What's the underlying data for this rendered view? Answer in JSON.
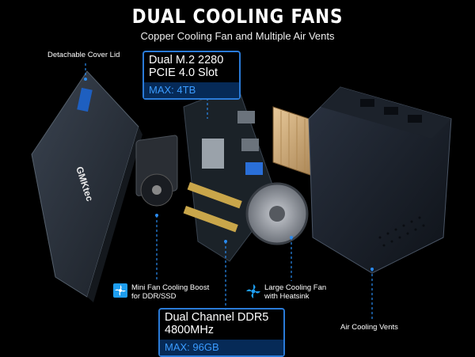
{
  "header": {
    "title": "DUAL COOLING FANS",
    "subtitle": "Copper Cooling Fan and Multiple Air Vents"
  },
  "labels": {
    "cover_lid": "Detachable Cover Lid",
    "mini_fan_line1": "Mini Fan Cooling Boost",
    "mini_fan_line2": "for DDR/SSD",
    "large_fan_line1": "Large Cooling Fan",
    "large_fan_line2": "with Heatsink",
    "air_vents": "Air Cooling Vents"
  },
  "callouts": {
    "m2": {
      "line1": "Dual M.2 2280",
      "line2": "PCIE 4.0 Slot",
      "max": "MAX: 4TB"
    },
    "ddr": {
      "line1": "Dual Channel DDR5",
      "line2": "4800MHz",
      "max": "MAX: 96GB"
    }
  },
  "brand": {
    "logo": "GMKtec"
  },
  "colors": {
    "accent": "#2a7bd8",
    "accent_text": "#3a9bff",
    "background": "#000000"
  }
}
